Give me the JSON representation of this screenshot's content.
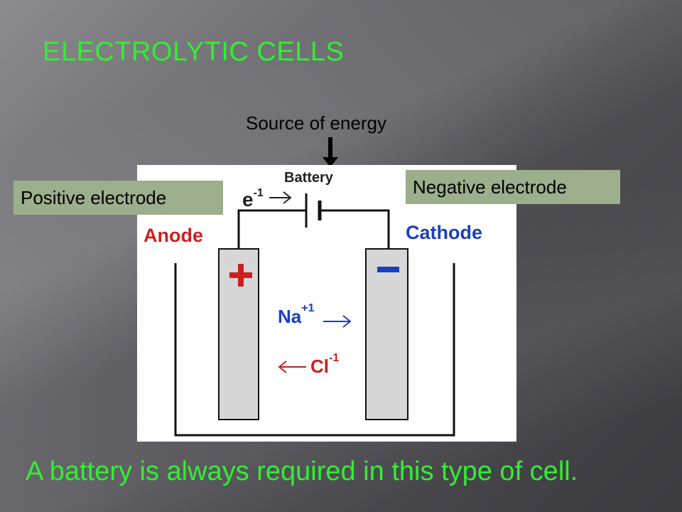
{
  "slide": {
    "title": "ELECTROLYTIC CELLS",
    "caption": "A battery is always required in this type of cell."
  },
  "diagram": {
    "source_label": "Source of energy",
    "battery_label": "Battery",
    "electron": {
      "base": "e",
      "charge": "-1"
    },
    "anode_label": "Anode",
    "cathode_label": "Cathode",
    "positive_box": "Positive electrode",
    "negative_box": "Negative electrode",
    "anode_sign": "+",
    "cathode_sign": "−",
    "cation": {
      "base": "Na",
      "charge": "+1"
    },
    "anion": {
      "base": "Cl",
      "charge": "-1"
    }
  },
  "colors": {
    "green_text": "#33ee33",
    "label_box": "#9cae8c",
    "anode_red": "#cc2020",
    "cathode_blue": "#1a3fbf"
  }
}
